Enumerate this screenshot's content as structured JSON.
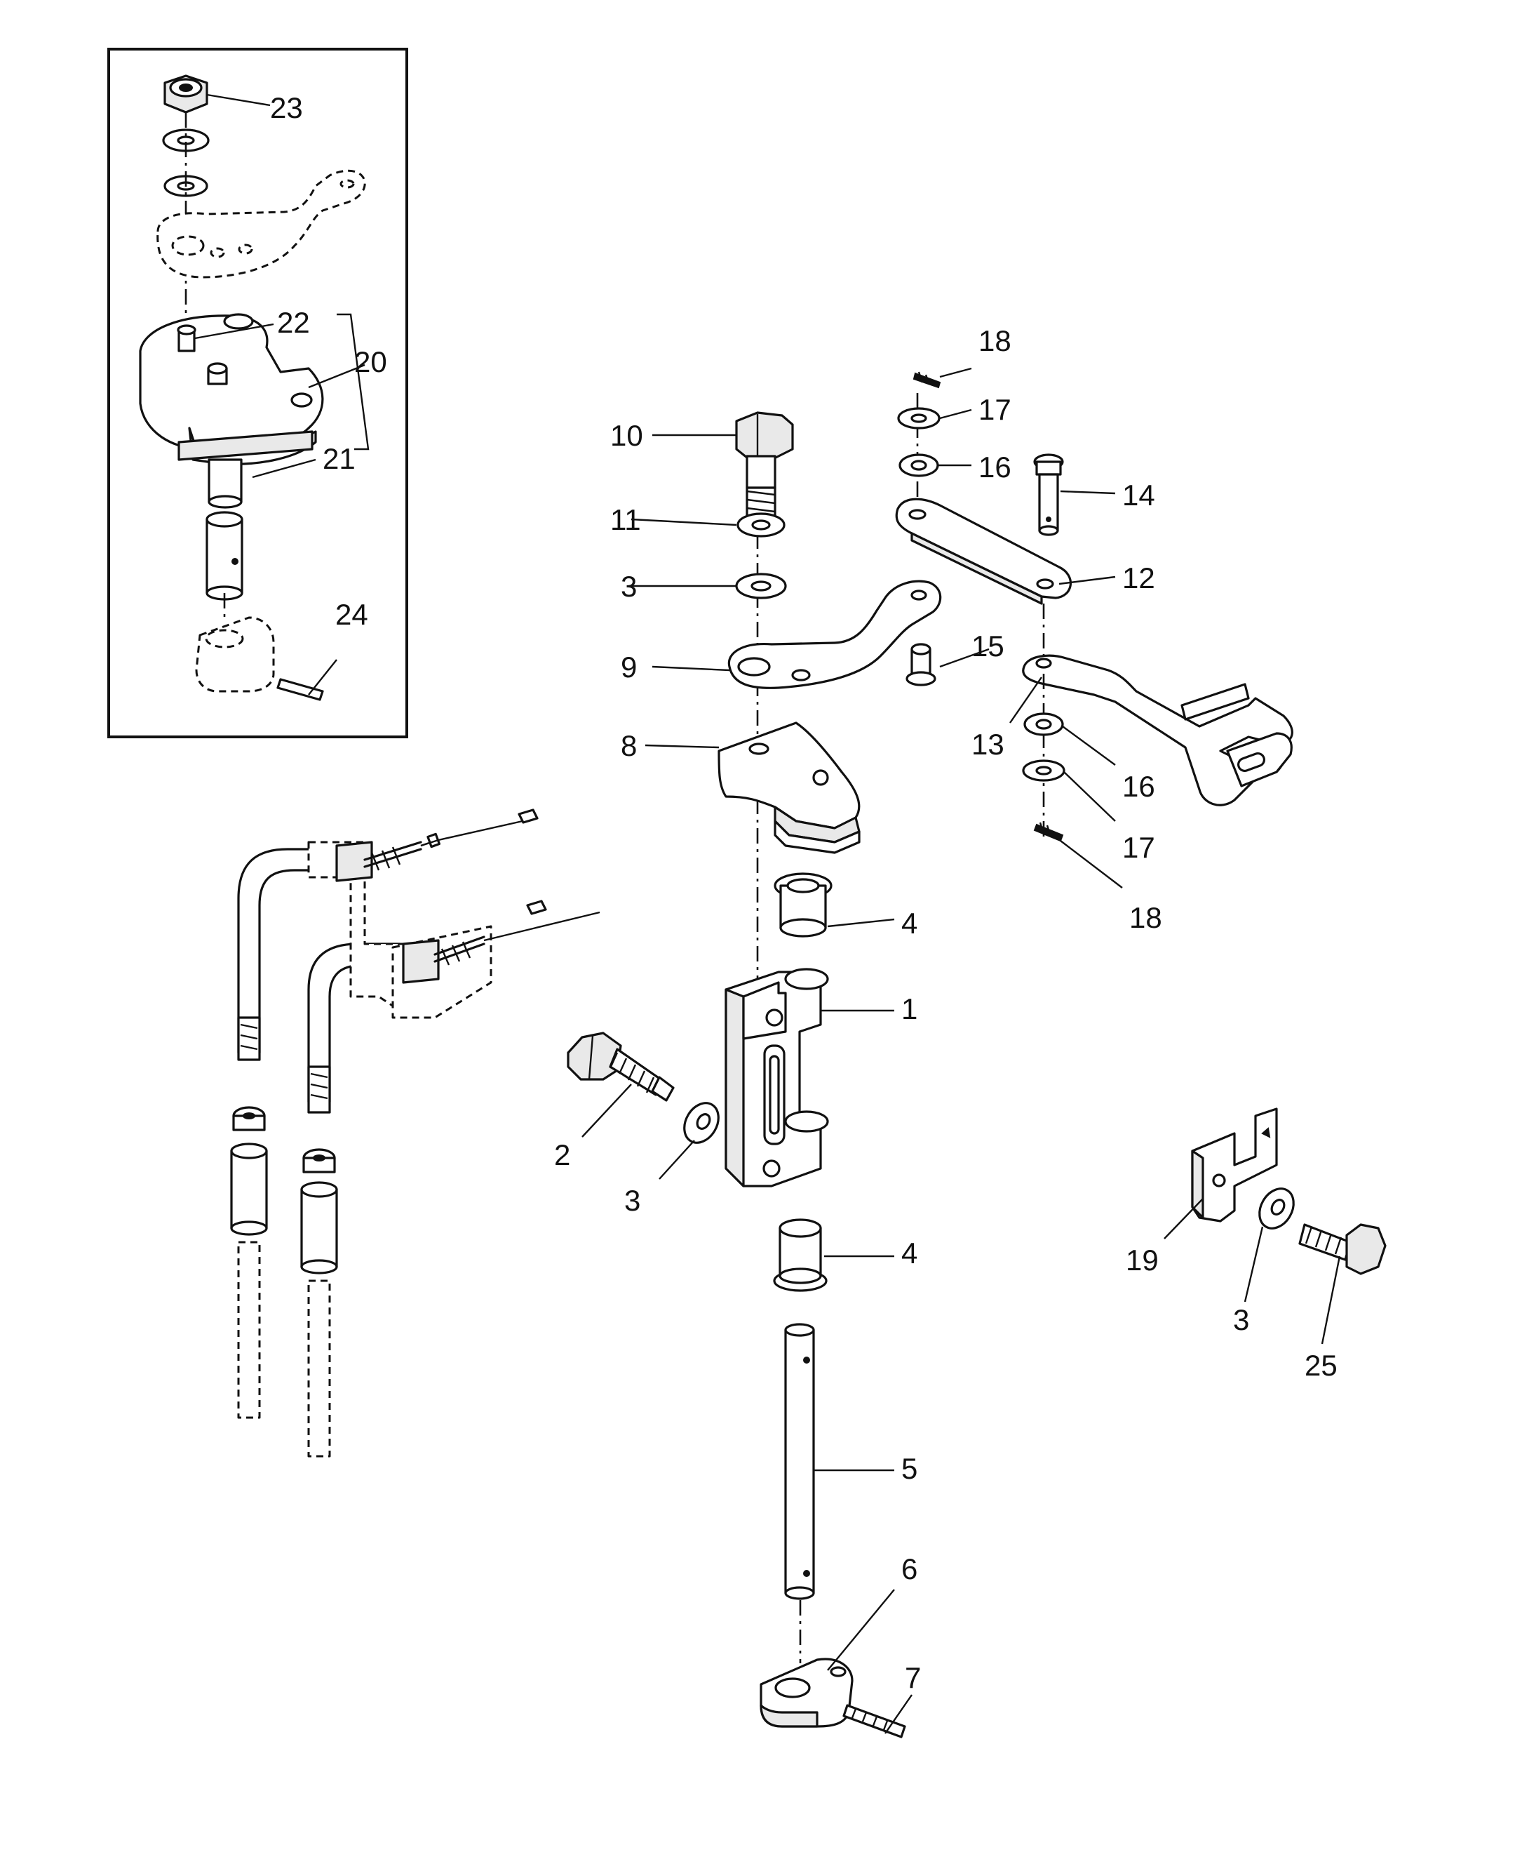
{
  "callouts": {
    "c1": "1",
    "c2": "2",
    "c3a": "3",
    "c3b": "3",
    "c3c": "3",
    "c4a": "4",
    "c4b": "4",
    "c5": "5",
    "c6": "6",
    "c7": "7",
    "c8": "8",
    "c9": "9",
    "c10": "10",
    "c11": "11",
    "c12": "12",
    "c13": "13",
    "c14": "14",
    "c15": "15",
    "c16a": "16",
    "c16b": "16",
    "c17a": "17",
    "c17b": "17",
    "c18a": "18",
    "c18b": "18",
    "c19": "19",
    "c20": "20",
    "c21": "21",
    "c22": "22",
    "c23": "23",
    "c24": "24",
    "c25": "25"
  },
  "colors": {
    "ink": "#111111",
    "paper": "#ffffff"
  }
}
